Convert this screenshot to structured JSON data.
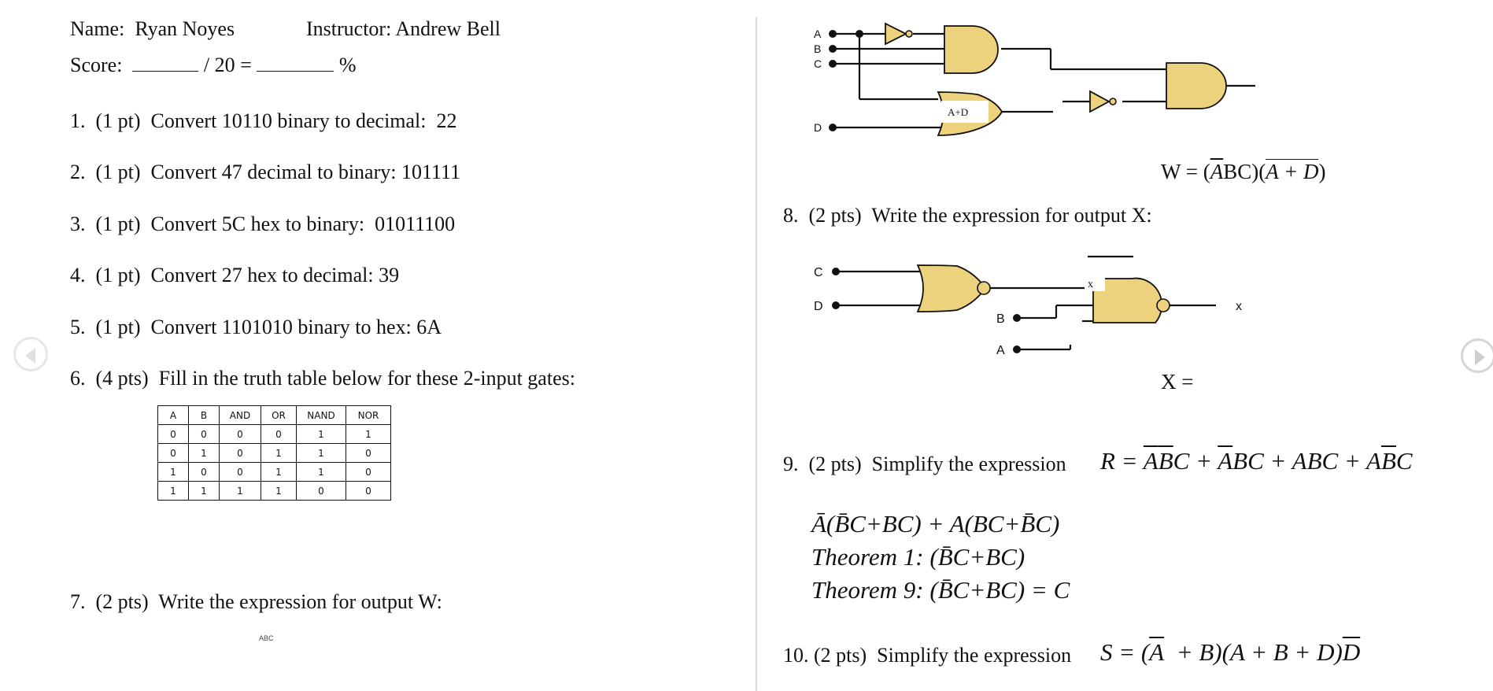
{
  "header": {
    "name_label": "Name:",
    "name_value": "Ryan Noyes",
    "instructor_label": "Instructor:",
    "instructor_value": "Andrew Bell",
    "score_label": "Score:",
    "score_total": "/ 20 =",
    "percent_sign": "%"
  },
  "questions": [
    {
      "num": "1.",
      "pts": "(1 pt)",
      "text": "Convert 10110 binary to decimal:",
      "answer": "22"
    },
    {
      "num": "2.",
      "pts": "(1 pt)",
      "text": "Convert 47 decimal to binary:",
      "answer": "101111"
    },
    {
      "num": "3.",
      "pts": "(1 pt)",
      "text": "Convert 5C hex to binary:",
      "answer": "01011100"
    },
    {
      "num": "4.",
      "pts": "(1 pt)",
      "text": "Convert 27 hex to decimal:",
      "answer": "39"
    },
    {
      "num": "5.",
      "pts": "(1 pt)",
      "text": "Convert 1101010 binary to hex:",
      "answer": "6A"
    },
    {
      "num": "6.",
      "pts": "(4 pts)",
      "text": "Fill in the truth table below for these 2-input gates:"
    },
    {
      "num": "7.",
      "pts": "(2 pts)",
      "text": "Write the expression for output W:"
    },
    {
      "num": "8.",
      "pts": "(2 pts)",
      "text": "Write the expression for output X:"
    },
    {
      "num": "9.",
      "pts": "(2 pts)",
      "text": "Simplify the expression"
    },
    {
      "num": "10.",
      "pts": "(2 pts)",
      "text": "Simplify the expression"
    }
  ],
  "truth_table": {
    "headers": [
      "A",
      "B",
      "AND",
      "OR",
      "NAND",
      "NOR"
    ],
    "rows": [
      [
        "0",
        "0",
        "0",
        "0",
        "1",
        "1"
      ],
      [
        "0",
        "1",
        "0",
        "1",
        "1",
        "0"
      ],
      [
        "1",
        "0",
        "0",
        "1",
        "1",
        "0"
      ],
      [
        "1",
        "1",
        "1",
        "1",
        "0",
        "0"
      ]
    ]
  },
  "circuit_w": {
    "inputs": [
      "A",
      "B",
      "C",
      "D"
    ],
    "or_gate_label": "A+D",
    "answer_prefix": "W = (",
    "answer_abar": "A",
    "answer_mid": "BC)(",
    "answer_bar_group": "A + D",
    "answer_suffix": ")",
    "cropped_label": "ABC"
  },
  "circuit_x": {
    "inputs": [
      "C",
      "D",
      "B",
      "A"
    ],
    "mid_label": "x",
    "output_label": "x",
    "answer": "X ="
  },
  "q9": {
    "expr_prefix": "R = ",
    "lines": [
      "Ā(B̄C+BC) + A(BC+B̄C)",
      "Theorem 1:  (B̄C+BC)",
      "Theorem 9: (B̄C+BC) = C"
    ]
  },
  "q10": {
    "expr_prefix": "S = ("
  },
  "nav": {
    "prev_icon": "chevron-left-icon",
    "next_icon": "chevron-right-icon"
  },
  "colors": {
    "gate_fill": "#ecd27c",
    "wire": "#111111"
  }
}
